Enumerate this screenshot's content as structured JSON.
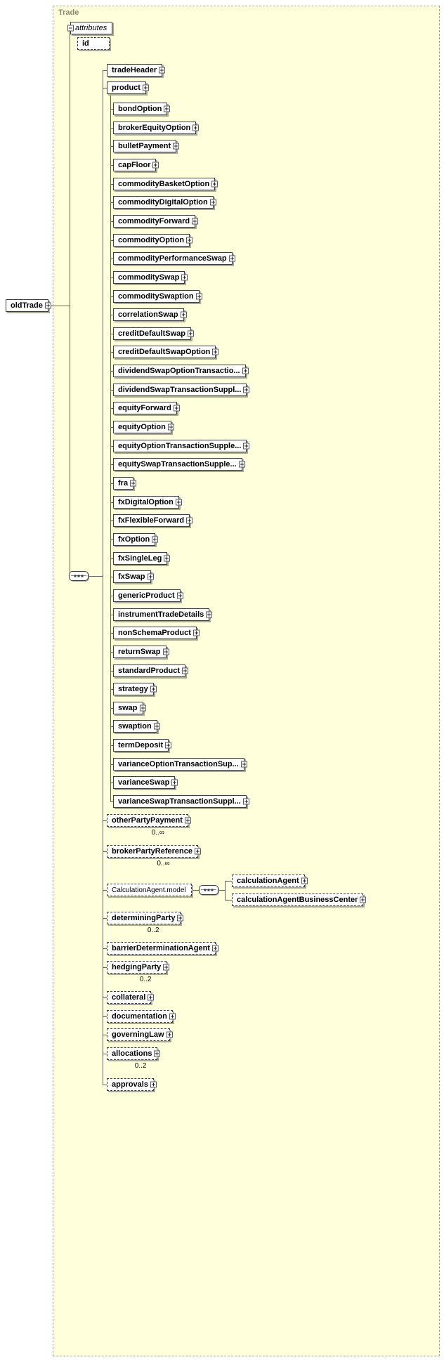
{
  "diagram": {
    "container_label": "Trade",
    "root": {
      "label": "oldTrade"
    },
    "attributes_group": {
      "label": "attributes",
      "attributes": [
        {
          "label": "id",
          "optional": true
        }
      ]
    },
    "main_children": [
      {
        "label": "tradeHeader",
        "optional": false,
        "expandable": true
      },
      {
        "label": "product",
        "optional": false,
        "expandable": true
      },
      {
        "label": "otherPartyPayment",
        "optional": true,
        "expandable": true,
        "cardinality": "0..∞"
      },
      {
        "label": "brokerPartyReference",
        "optional": true,
        "expandable": true,
        "cardinality": "0..∞"
      },
      {
        "label": "CalculationAgent.model",
        "optional": true,
        "expandable": false,
        "is_group": true
      },
      {
        "label": "determiningParty",
        "optional": true,
        "expandable": true,
        "cardinality": "0..2"
      },
      {
        "label": "barrierDeterminationAgent",
        "optional": true,
        "expandable": true
      },
      {
        "label": "hedgingParty",
        "optional": true,
        "expandable": true,
        "cardinality": "0..2"
      },
      {
        "label": "collateral",
        "optional": true,
        "expandable": true
      },
      {
        "label": "documentation",
        "optional": true,
        "expandable": true
      },
      {
        "label": "governingLaw",
        "optional": true,
        "expandable": true
      },
      {
        "label": "allocations",
        "optional": true,
        "expandable": true,
        "cardinality": "0..2"
      },
      {
        "label": "approvals",
        "optional": true,
        "expandable": true
      }
    ],
    "product_substitutions": [
      "bondOption",
      "brokerEquityOption",
      "bulletPayment",
      "capFloor",
      "commodityBasketOption",
      "commodityDigitalOption",
      "commodityForward",
      "commodityOption",
      "commodityPerformanceSwap",
      "commoditySwap",
      "commoditySwaption",
      "correlationSwap",
      "creditDefaultSwap",
      "creditDefaultSwapOption",
      "dividendSwapOptionTransactio...",
      "dividendSwapTransactionSuppl...",
      "equityForward",
      "equityOption",
      "equityOptionTransactionSupple...",
      "equitySwapTransactionSupple...",
      "fra",
      "fxDigitalOption",
      "fxFlexibleForward",
      "fxOption",
      "fxSingleLeg",
      "fxSwap",
      "genericProduct",
      "instrumentTradeDetails",
      "nonSchemaProduct",
      "returnSwap",
      "standardProduct",
      "strategy",
      "swap",
      "swaption",
      "termDeposit",
      "varianceOptionTransactionSup...",
      "varianceSwap",
      "varianceSwapTransactionSuppl..."
    ],
    "group_children": [
      {
        "label": "calculationAgent",
        "optional": true,
        "expandable": true
      },
      {
        "label": "calculationAgentBusinessCenter",
        "optional": true,
        "expandable": true
      }
    ],
    "colors": {
      "canvas_bg": "#ffffdc",
      "box_bg": "#ffffff",
      "box_border": "#3c3c46",
      "box_shadow": "#aaaa90",
      "connector_line": "#5f5f5f",
      "container_border": "#a5a59a",
      "container_label": "#8a8a6e"
    }
  }
}
